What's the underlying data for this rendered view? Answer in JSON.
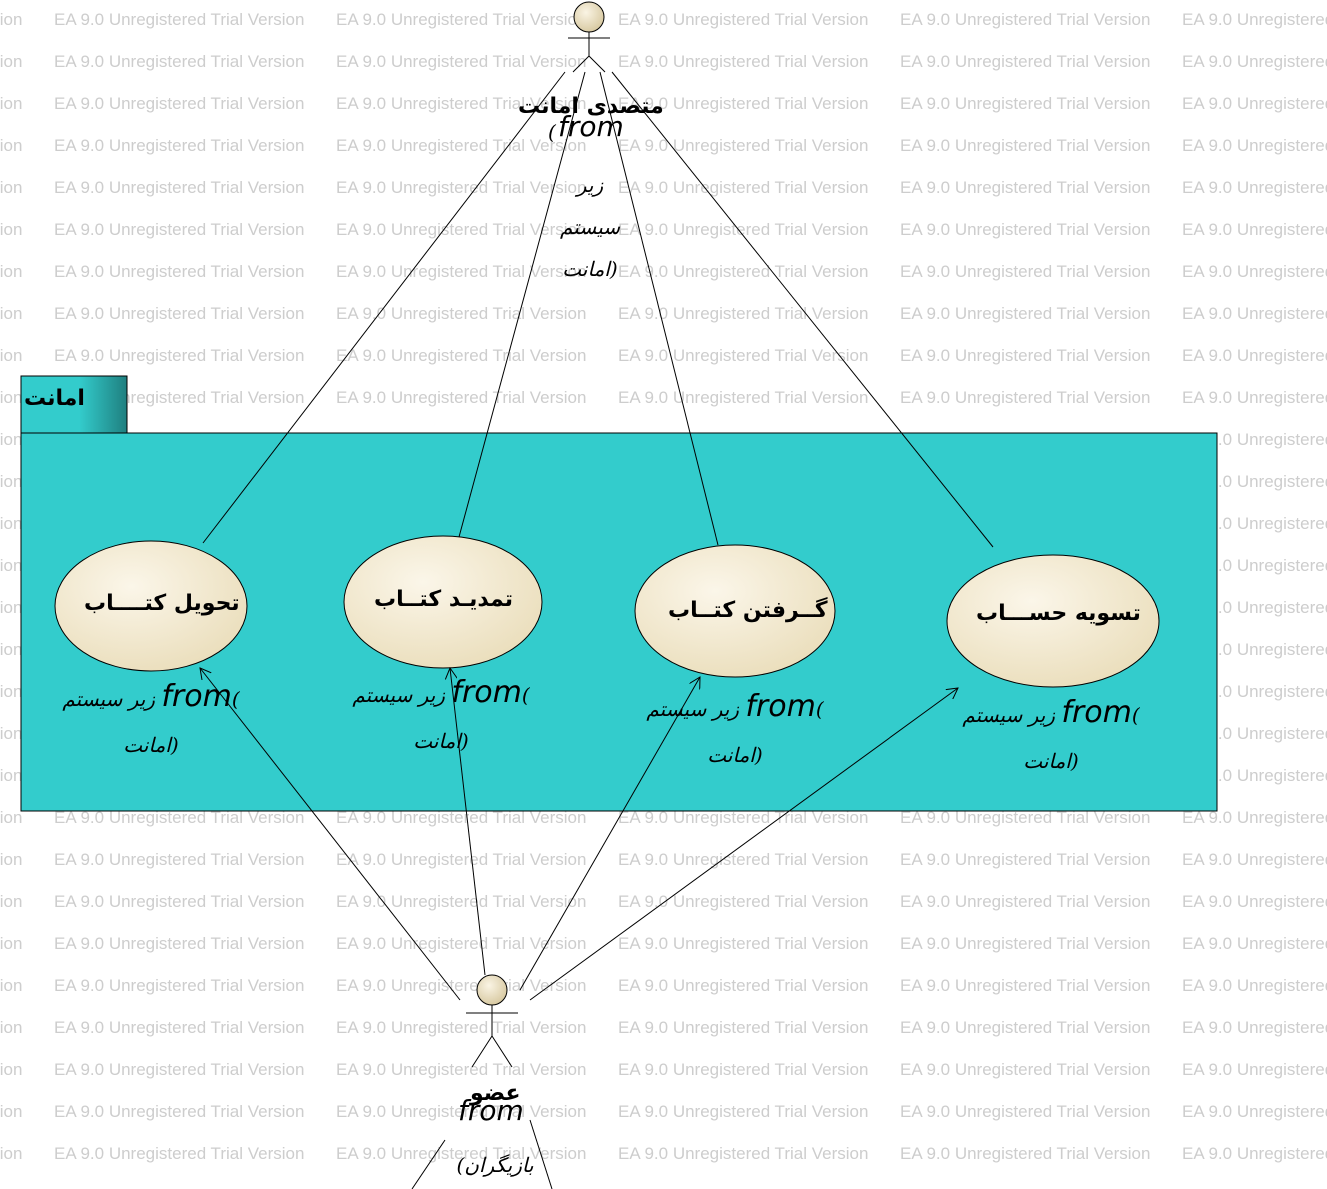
{
  "watermark_text": "EA 9.0 Unregistered Trial Version",
  "package": {
    "name": "امانت"
  },
  "actors": {
    "top": {
      "name": "متصدی امانت",
      "from": "from",
      "source_lines": [
        "(",
        "زیر",
        "سیستم",
        "امانت)"
      ]
    },
    "bottom": {
      "name": "عضو",
      "from": "from",
      "source_line": "(بازیگران"
    }
  },
  "use_cases": [
    {
      "name": "تحویل کتــــاب",
      "from": "from",
      "source_line1": "زیر سیستم",
      "source_line2": "امانت)"
    },
    {
      "name": "تمدیـد کتــاب",
      "from": "from",
      "source_line1": "زیر سیستم",
      "source_line2": "امانت)"
    },
    {
      "name": "گــرفتن کتــاب",
      "from": "from",
      "source_line1": "زیر سیستم",
      "source_line2": "امانت)"
    },
    {
      "name": "تسویه حســـاب",
      "from": "from",
      "source_line1": "زیر سیستم",
      "source_line2": "امانت)"
    }
  ],
  "colors": {
    "package_fill": "#33cccc",
    "package_tab_gradient_dark": "#1f7f7f",
    "use_case_fill": "#f3ead2",
    "actor_head": "#eee3c6",
    "watermark": "#cdcdcd"
  }
}
